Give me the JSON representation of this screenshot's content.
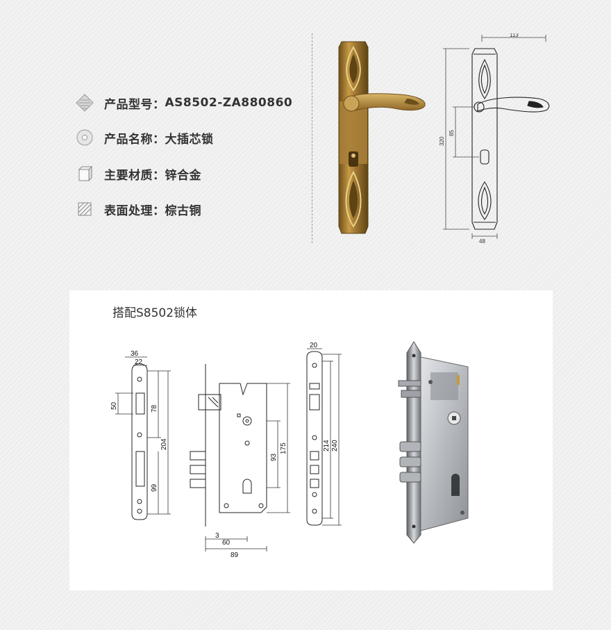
{
  "specs": [
    {
      "icon": "diamond-stripe-icon",
      "label": "产品型号：",
      "value": "AS8502-ZA880860"
    },
    {
      "icon": "disc-icon",
      "label": "产品名称：",
      "value": "大插芯锁"
    },
    {
      "icon": "cube-icon",
      "label": "主要材质：",
      "value": "锌合金"
    },
    {
      "icon": "hatched-square-icon",
      "label": "表面处理：",
      "value": "棕古铜"
    }
  ],
  "colors": {
    "bronze_dark": "#7a5a20",
    "bronze": "#b78d3c",
    "bronze_light": "#e0c27a",
    "steel": "#c9ccd0"
  },
  "handle_drawing": {
    "width": "113",
    "height": "320",
    "pitch": "85",
    "plate_width": "48"
  },
  "lockbody": {
    "title": "搭配S8502锁体",
    "faceplate": {
      "top1": "36",
      "top2": "22",
      "latch": "50",
      "a": "78",
      "b": "204",
      "c": "99"
    },
    "body": {
      "inner": "93",
      "height": "175",
      "thick": "3",
      "backset": "60",
      "depth": "89"
    },
    "side": {
      "width": "20",
      "h1": "214",
      "h2": "240"
    }
  }
}
